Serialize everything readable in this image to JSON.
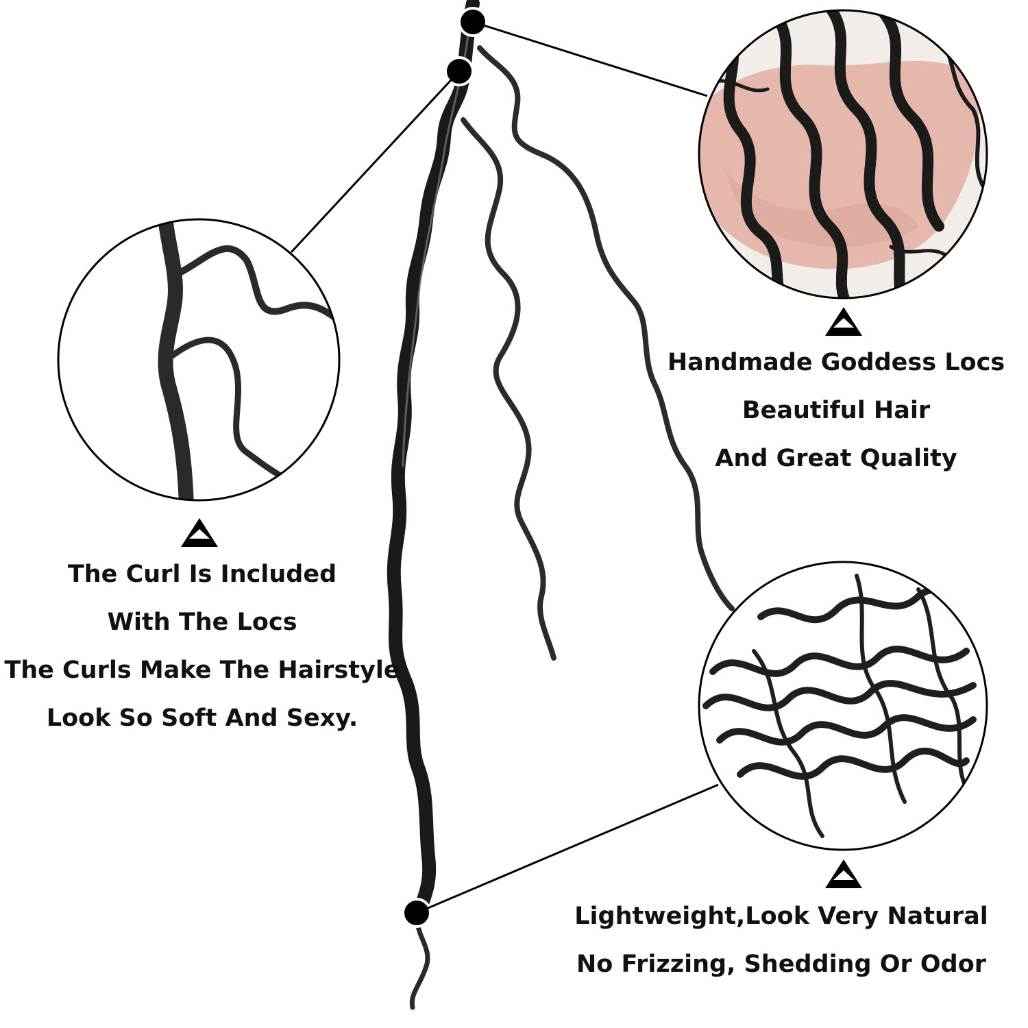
{
  "callouts": {
    "left": {
      "lines": [
        "The Curl Is Included",
        "With The Locs",
        "The Curls Make The Hairstyle",
        "Look So Soft And Sexy."
      ]
    },
    "top_right": {
      "lines": [
        "Handmade Goddess Locs",
        "Beautiful Hair",
        "And Great Quality"
      ]
    },
    "bottom_right": {
      "lines": [
        "Lightweight,Look Very Natural",
        "No Frizzing, Shedding Or Odor"
      ]
    }
  },
  "icons": {
    "pointer": "up-triangle-icon",
    "anchor": "anchor-dot-icon"
  },
  "colors": {
    "hair": "#1a1a1a",
    "skin": "#e6b8ad",
    "background": "#ffffff",
    "text": "#111111"
  }
}
